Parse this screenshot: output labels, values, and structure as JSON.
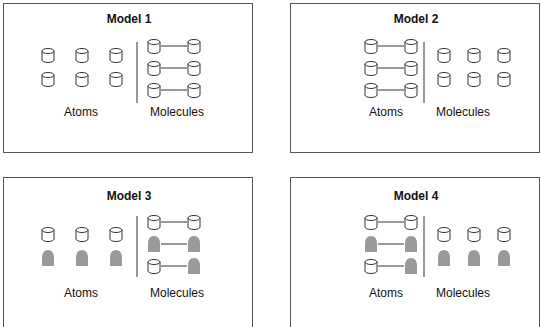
{
  "diagram": {
    "nodes": [
      {
        "text": [
          "Model 1",
          "Atoms",
          "Molecules"
        ]
      },
      {
        "text": [
          "Model 2",
          "Atoms",
          "Molecules"
        ]
      },
      {
        "text": [
          "Model 3",
          "Atoms",
          "Molecules"
        ]
      },
      {
        "text": [
          "Model 4",
          "Atoms",
          "Molecules"
        ]
      }
    ]
  }
}
